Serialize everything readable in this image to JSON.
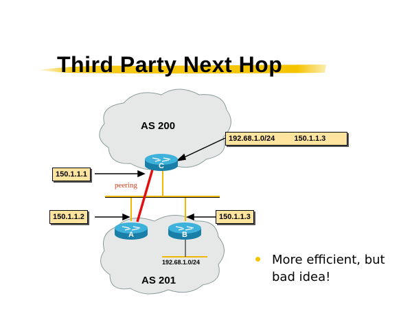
{
  "slide": {
    "title": "Third Party Next Hop",
    "accent_color": "#f5c400",
    "clouds": [
      {
        "name": "AS 200",
        "label": "AS 200"
      },
      {
        "name": "AS 201",
        "label": "AS 201"
      }
    ],
    "routers": [
      {
        "id": "C",
        "label": "C"
      },
      {
        "id": "A",
        "label": "A"
      },
      {
        "id": "B",
        "label": "B"
      }
    ],
    "callouts": {
      "route_entry_prefix": "192.68.1.0/24",
      "route_entry_nexthop": "150.1.1.3",
      "router_c_ip": "150.1.1.1",
      "router_a_ip": "150.1.1.2",
      "router_b_ip": "150.1.1.3"
    },
    "peering_label": "peering",
    "subnet_label": "192.68.1.0/24",
    "bullets": [
      "More efficient, but bad idea!"
    ]
  }
}
